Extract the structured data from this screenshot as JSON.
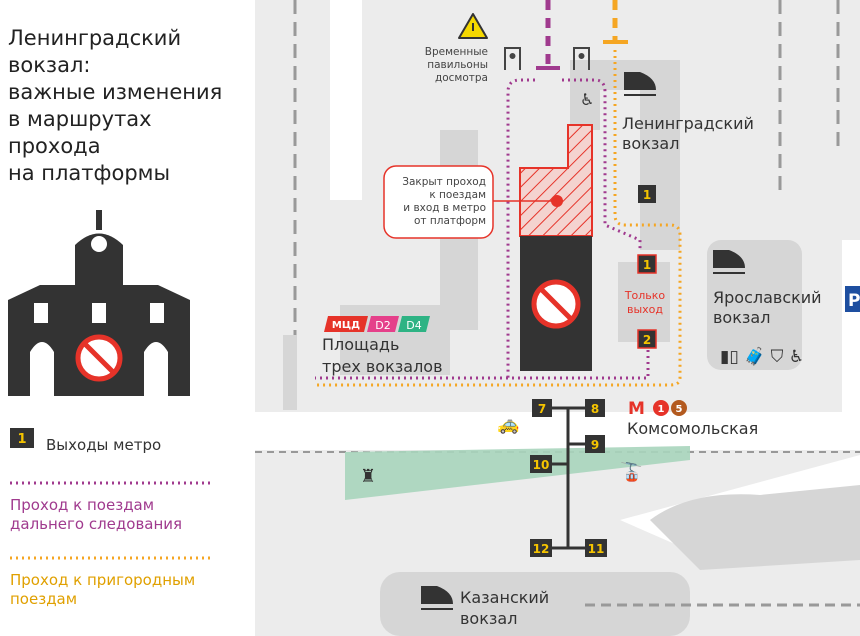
{
  "title": [
    "Ленинградский",
    "вокзал:",
    "важные изменения",
    "в маршрутах",
    "прохода",
    "на платформы"
  ],
  "legend": {
    "metro_exit_number": "1",
    "metro_exits": "Выходы метро",
    "long_distance": [
      "Проход к поездам",
      "дальнего следования"
    ],
    "suburban": [
      "Проход к пригородным",
      "поездам"
    ]
  },
  "map": {
    "temp_pavilions": [
      "Временные",
      "павильоны",
      "досмотра"
    ],
    "leningradsky": [
      "Ленинградский",
      "вокзал"
    ],
    "closed_note": [
      "Закрыт проход",
      "к поездам",
      "и вход в метро",
      "от платформ"
    ],
    "exit_only": [
      "Только",
      "выход"
    ],
    "yaroslavsky": [
      "Ярославский",
      "вокзал"
    ],
    "square": [
      "Площадь",
      "трех вокзалов"
    ],
    "mcd_badges": [
      "МЦД",
      "D2",
      "D4"
    ],
    "metro_station": "Комсомольская",
    "metro_lines": [
      "1",
      "5"
    ],
    "kazansky": [
      "Казанский",
      "вокзал"
    ],
    "exits": [
      "1",
      "1",
      "2",
      "7",
      "8",
      "9",
      "10",
      "11",
      "12"
    ],
    "parking": "P"
  },
  "colors": {
    "closed": "#e63329",
    "long_distance": "#a03a8e",
    "suburban": "#f5a623",
    "exit_box": "#333333",
    "exit_number": "#f5c400",
    "park": "#a8d5bc"
  }
}
